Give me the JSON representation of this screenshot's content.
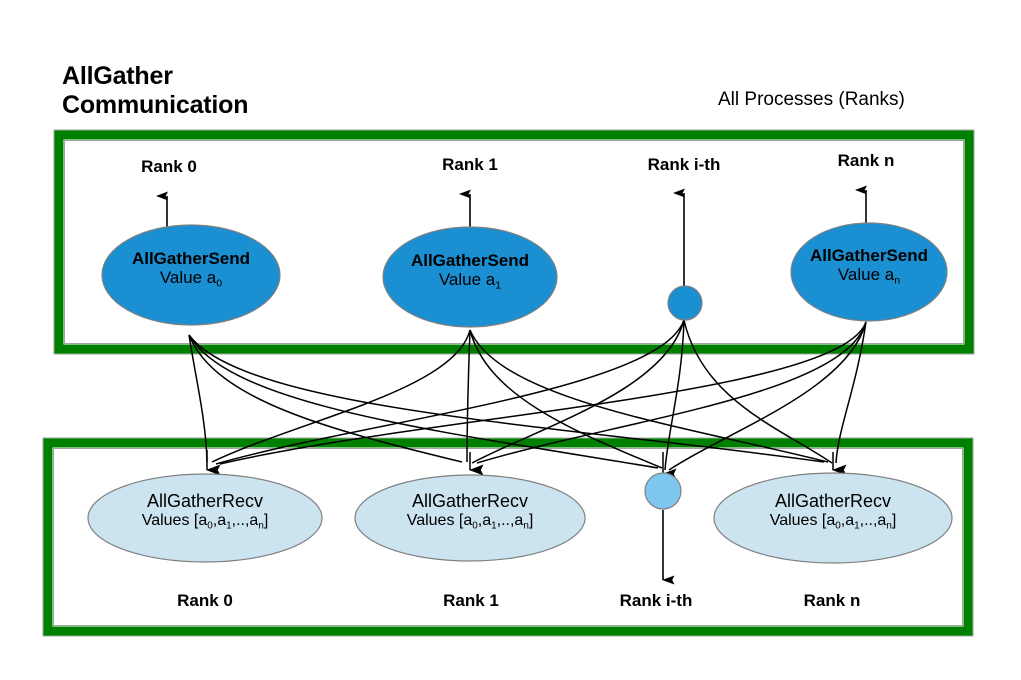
{
  "diagram": {
    "title_line1": "AllGather",
    "title_line2": "Communication",
    "group_label": "All Processes (Ranks)",
    "colors": {
      "box_border_green": "#008000",
      "send_node_blue": "#1a8fd1",
      "recv_node_lightblue": "#cce3f0",
      "dot_top_blue": "#1a8fd1",
      "dot_bottom_blue": "#7ec8f0",
      "edge_black": "#000000",
      "background": "#ffffff"
    },
    "send_group": {
      "rank_labels": [
        "Rank 0",
        "Rank 1",
        "Rank i-th",
        "Rank n"
      ],
      "nodes": [
        {
          "title": "AllGatherSend",
          "value_prefix": "Value a",
          "value_sub": "0",
          "shape": "ellipse"
        },
        {
          "title": "AllGatherSend",
          "value_prefix": "Value a",
          "value_sub": "1",
          "shape": "ellipse"
        },
        {
          "title": "",
          "value_prefix": "",
          "value_sub": "",
          "shape": "dot"
        },
        {
          "title": "AllGatherSend",
          "value_prefix": "Value a",
          "value_sub": "n",
          "shape": "ellipse"
        }
      ]
    },
    "recv_group": {
      "rank_labels": [
        "Rank 0",
        "Rank 1",
        "Rank i-th",
        "Rank n"
      ],
      "nodes": [
        {
          "title": "AllGatherRecv",
          "values_open": "Values [a",
          "sub0": "0",
          "sep1": ",a",
          "sub1": "1",
          "sep2": ",..,a",
          "subn": "n",
          "close": "]",
          "shape": "ellipse"
        },
        {
          "title": "AllGatherRecv",
          "values_open": "Values [a",
          "sub0": "0",
          "sep1": ",a",
          "sub1": "1",
          "sep2": ",..,a",
          "subn": "n",
          "close": "]",
          "shape": "ellipse"
        },
        {
          "title": "",
          "values_open": "",
          "sub0": "",
          "sep1": "",
          "sub1": "",
          "sep2": "",
          "subn": "",
          "close": "",
          "shape": "dot"
        },
        {
          "title": "AllGatherRecv",
          "values_open": "Values [a",
          "sub0": "0",
          "sep1": ",a",
          "sub1": "1",
          "sep2": ",..,a",
          "subn": "n",
          "close": "]",
          "shape": "ellipse"
        }
      ]
    }
  }
}
